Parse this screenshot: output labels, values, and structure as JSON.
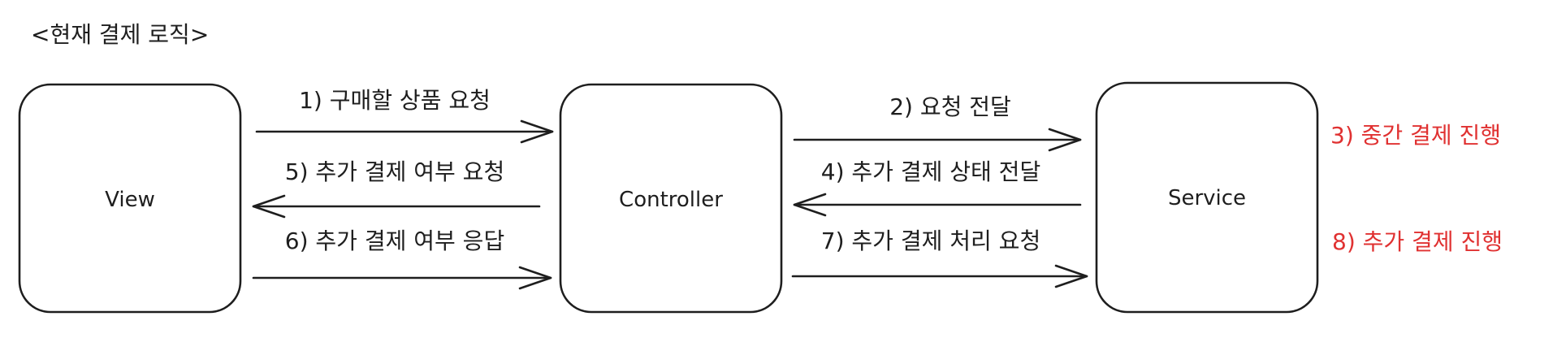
{
  "title": "<현재 결제 로직>",
  "nodes": {
    "view": "View",
    "controller": "Controller",
    "service": "Service"
  },
  "edges": {
    "e1": "1) 구매할 상품 요청",
    "e2": "2) 요청 전달",
    "e4": "4) 추가 결제 상태 전달",
    "e5": "5) 추가 결제 여부 요청",
    "e6": "6) 추가 결제 여부 응답",
    "e7": "7) 추가 결제 처리 요청"
  },
  "notes": {
    "n3": "3) 중간 결제 진행",
    "n8": "8) 추가 결제 진행"
  },
  "colors": {
    "stroke": "#1e1e1e",
    "note": "#e03131"
  }
}
